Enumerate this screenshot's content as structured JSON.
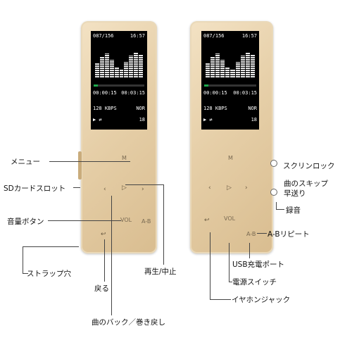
{
  "screen": {
    "track": "087/156",
    "time_left_device": "16:57",
    "time_right_device": "16:57",
    "elapsed": "00:00:15",
    "total": "00:03:15",
    "bitrate": "128 KBPS",
    "eq": "NOR",
    "volume": "18",
    "progress": 0.08
  },
  "buttons": {
    "menu": "M",
    "vol": "VOL",
    "ab": "A-B",
    "prev": "‹",
    "play": "▷",
    "next": "›",
    "back": "↩"
  },
  "callouts": {
    "menu": "メニュー",
    "sd_slot": "SDカードスロット",
    "volume_button": "音量ボタン",
    "strap_hole": "ストラップ穴",
    "back": "戻る",
    "play_pause": "再生/中止",
    "rewind": "曲のバック／巻き戻し",
    "screen_lock": "スクリンロック",
    "skip": "曲のスキップ",
    "fast_forward": "早送り",
    "record": "録音",
    "ab_repeat": "A-Bリピート",
    "usb_charge": "USB充電ポート",
    "power": "電源スイッチ",
    "headphone": "イヤホンジャック"
  },
  "colors": {
    "body": "#e6cfa8",
    "screen": "#000000",
    "progress": "#1ea84b"
  }
}
